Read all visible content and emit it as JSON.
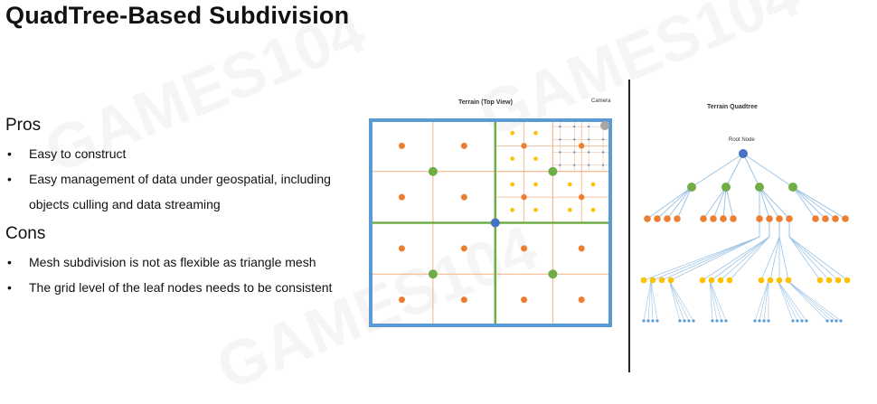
{
  "slide": {
    "title": "QuadTree-Based Subdivision",
    "pros_heading": "Pros",
    "pros": [
      "Easy to construct",
      "Easy management of data under geospatial, including objects culling and data streaming"
    ],
    "cons_heading": "Cons",
    "cons": [
      "Mesh subdivision is not as flexible as triangle mesh",
      "The grid level of the leaf nodes needs to be consistent"
    ]
  },
  "terrain_figure": {
    "title": "Terrain (Top View)",
    "camera_label": "Camera"
  },
  "tree_figure": {
    "title": "Terrain Quadtree",
    "root_label": "Root Node"
  },
  "watermark": "GAMES104",
  "colors": {
    "border_blue": "#5b9bd5",
    "level1_green": "#70ad47",
    "level2_orange": "#ed7d31",
    "level3_yellow": "#ffc000",
    "level4_blue": "#5b9bd5",
    "root_blue": "#4472c4",
    "grid_line": "#f4b183",
    "camera_gray": "#a6a6a6"
  }
}
